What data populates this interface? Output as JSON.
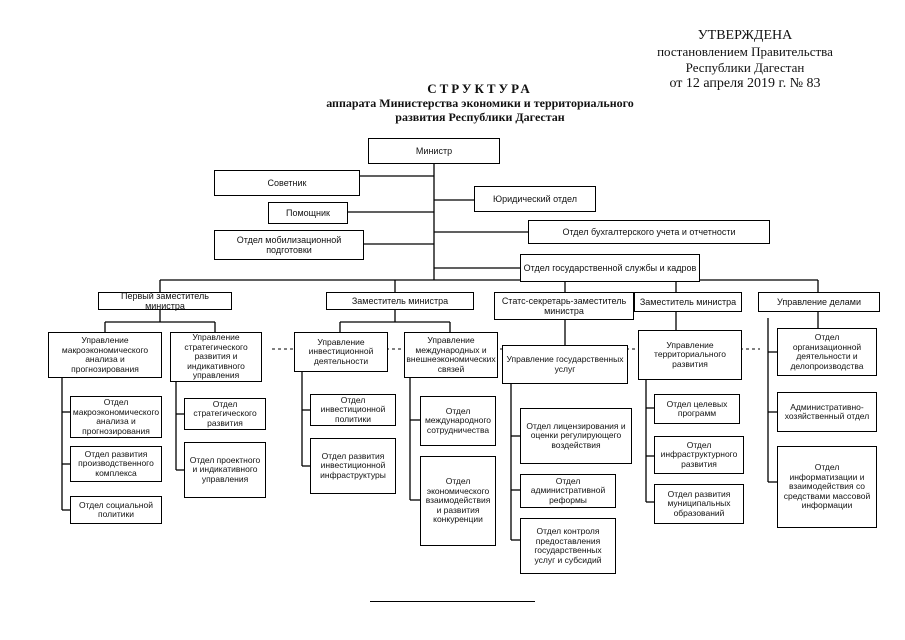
{
  "approval": {
    "line1": "УТВЕРЖДЕНА",
    "line2": "постановлением Правительства",
    "line3": "Республики Дагестан",
    "line4": "от 12 апреля  2019  г. № 83"
  },
  "title": {
    "line1": "СТРУКТУРА",
    "line2": "аппарата Министерства экономики и территориального",
    "line3": "развития Республики Дагестан"
  },
  "boxes": {
    "minister": "Министр",
    "advisor": "Советник",
    "assistant": "Помощник",
    "mobilization": "Отдел мобилизационной подготовки",
    "legal": "Юридический отдел",
    "accounting": "Отдел бухгалтерского учета и отчетности",
    "civil_service": "Отдел государственной службы и кадров",
    "first_deputy": "Первый заместитель министра",
    "deputy_1": "Заместитель министра",
    "state_secretary": "Статс-секретарь-заместитель министра",
    "deputy_2": "Заместитель министра",
    "affairs_mgmt": "Управление делами",
    "macro_mgmt": "Управление макроэкономического анализа и прогнозирования",
    "strategic_mgmt": "Управление стратегического развития и индикативного управления",
    "invest_mgmt": "Управление инвестиционной деятельности",
    "intl_mgmt": "Управление международных и внешнеэкономических связей",
    "public_services_mgmt": "Управление государственных услуг",
    "territorial_mgmt": "Управление территориального развития",
    "org_dept": "Отдел организационной деятельности и делопроизводства",
    "macro_dept": "Отдел макроэкономического анализа и прогнозирования",
    "industry_dept": "Отдел развития производственного комплекса",
    "social_dept": "Отдел социальной политики",
    "strategic_dept": "Отдел стратегического развития",
    "project_dept": "Отдел проектного и индикативного управления",
    "invest_policy_dept": "Отдел инвестиционной политики",
    "invest_infra_dept": "Отдел развития инвестиционной инфраструктуры",
    "intl_coop_dept": "Отдел международного сотрудничества",
    "econ_interaction_dept": "Отдел экономического взаимодействия и развития конкуренции",
    "licensing_dept": "Отдел лицензирования и оценки регулирующего воздействия",
    "admin_reform_dept": "Отдел административной реформы",
    "control_dept": "Отдел контроля предоставления государственных услуг и субсидий",
    "target_programs_dept": "Отдел целевых программ",
    "infrastructure_dept": "Отдел инфраструктурного развития",
    "municipal_dept": "Отдел развития муниципальных образований",
    "admin_econ_dept": "Административно-хозяйственный отдел",
    "informatization_dept": "Отдел информатизации и взаимодействия со средствами массовой информации"
  }
}
